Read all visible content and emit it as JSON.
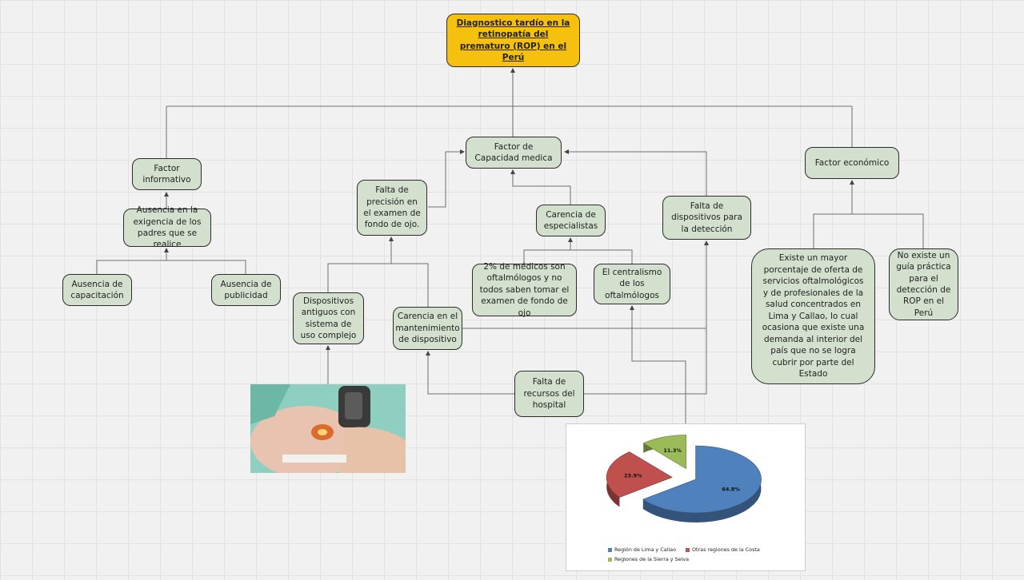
{
  "title": "Diagnostico tardío en la retinopatía del prematuro (ROP) en el Perú",
  "factors": {
    "informativo": "Factor informativo",
    "capacidad": "Factor de Capacidad medica",
    "economico": "Factor económico"
  },
  "nodes": {
    "ausencia_exigencia": "Ausencia en la exigencia de los padres que se realice",
    "ausencia_capacitacion": "Ausencia de capacitación",
    "ausencia_publicidad": "Ausencia de publicidad",
    "falta_precision": "Falta de precisión en el examen de fondo de ojo.",
    "carencia_especialistas": "Carencia de especialistas",
    "falta_dispositivos": "Falta de dispositivos para la detección",
    "dos_porciento": "2% de médicos son oftalmólogos y no todos saben tomar el examen de fondo de ojo",
    "centralismo": "El centralismo de los oftalmólogos",
    "dispositivos_antiguos": "Dispositivos antiguos con sistema de uso complejo",
    "carencia_mantenimiento": "Carencia en el mantenimiento de dispositivo",
    "falta_recursos": "Falta de recursos del hospital",
    "mayor_porcentaje": "Existe un mayor porcentaje de oferta de servicios oftalmológicos y de profesionales de la salud concentrados en Lima y Callao, lo cual ocasiona que existe una demanda al interior del país que no se logra cubrir por parte del Estado",
    "no_guia": "No existe un guía práctica para el detección de ROP en el Perú"
  },
  "colors": {
    "node_fill": "#d3e0cd",
    "title_fill": "#f6c10e",
    "line": "#6e6e6e"
  },
  "chart_data": {
    "type": "pie",
    "categories": [
      "Región de Lima y Callao",
      "Otras regiones de la Costa",
      "Regiones de la Sierra y Selva"
    ],
    "values": [
      64.8,
      23.9,
      11.3
    ],
    "value_labels": [
      "64.8%",
      "23.9%",
      "11.3%"
    ],
    "colors": [
      "#4f81bd",
      "#c0504d",
      "#9bbb59"
    ],
    "style": "3d-exploded",
    "legend_position": "bottom"
  }
}
